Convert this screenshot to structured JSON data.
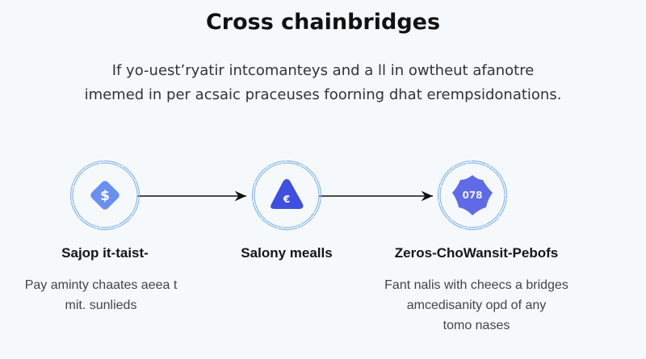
{
  "title": "Cross chainbridges",
  "subtitle": [
    "If yo-uest’ryatir intcomanteys and a ll in owtheut afanotre",
    "imemed in per acsaic praceuses foorning dhat erempsidonations."
  ],
  "steps": [
    {
      "icon": "dollar-diamond-icon",
      "symbol": "$",
      "color": "#6b8ff0",
      "label": "Sajop it-taist-",
      "desc": [
        "Pay aminty chaates  aeea t",
        "mit. sunlieds"
      ]
    },
    {
      "icon": "euro-triangle-icon",
      "symbol": "€",
      "color": "#3f4fe0",
      "label": "Salony mealls",
      "desc": []
    },
    {
      "icon": "badge-078-icon",
      "symbol": "078",
      "color": "#5f6be6",
      "label": "Zeros-ChoWansit-Pebofs",
      "desc": [
        "Fant nalis with cheecs a bridges",
        "amcedisanity opd of any",
        "tomo nases"
      ]
    }
  ],
  "ring_color": "#8ab8ec"
}
